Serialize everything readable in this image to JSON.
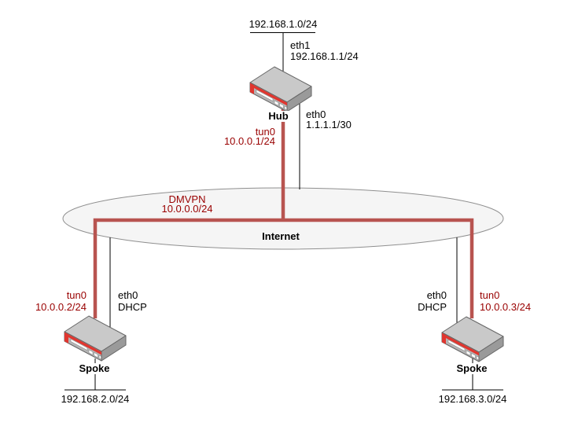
{
  "colors": {
    "tunnel_line": "#b85450",
    "tunnel_text": "#990000",
    "link_line": "#000000",
    "cloud_fill": "#f5f5f5",
    "cloud_stroke": "#8f8f8f",
    "router_accent": "#e0362f",
    "router_body": "#c9c9c9"
  },
  "hub": {
    "label": "Hub",
    "lan_subnet": "192.168.1.0/24",
    "lan_if_name": "eth1",
    "lan_if_ip": "192.168.1.1/24",
    "tun_if_name": "tun0",
    "tun_if_ip": "10.0.0.1/24",
    "wan_if_name": "eth0",
    "wan_if_ip": "1.1.1.1/30"
  },
  "cloud": {
    "label": "Internet",
    "overlay_name": "DMVPN",
    "overlay_subnet": "10.0.0.0/24"
  },
  "spokes": [
    {
      "label": "Spoke",
      "tun_if_name": "tun0",
      "tun_if_ip": "10.0.0.2/24",
      "wan_if_name": "eth0",
      "wan_if_ip": "DHCP",
      "lan_subnet": "192.168.2.0/24"
    },
    {
      "label": "Spoke",
      "tun_if_name": "tun0",
      "tun_if_ip": "10.0.0.3/24",
      "wan_if_name": "eth0",
      "wan_if_ip": "DHCP",
      "lan_subnet": "192.168.3.0/24"
    }
  ]
}
